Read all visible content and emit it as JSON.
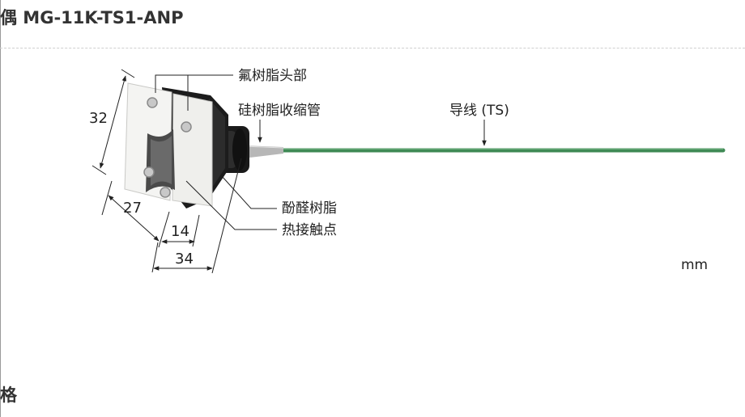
{
  "page_title": "偶 MG-11K-TS1-ANP",
  "section_heading": "格",
  "unit": "mm",
  "labels": {
    "fluororesin_head": "氟树脂头部",
    "silicone_tube": "硅树脂收缩管",
    "lead_wire": "导线 (TS)",
    "phenolic_resin": "酚醛树脂",
    "thermal_contact": "热接触点"
  },
  "dimensions": {
    "height": "32",
    "depth": "27",
    "contact_width": "14",
    "total_width": "34"
  },
  "colors": {
    "lead_wire": "#3f8a55",
    "resin_head": "#f4f4f2",
    "body": "#1c1c1c"
  }
}
